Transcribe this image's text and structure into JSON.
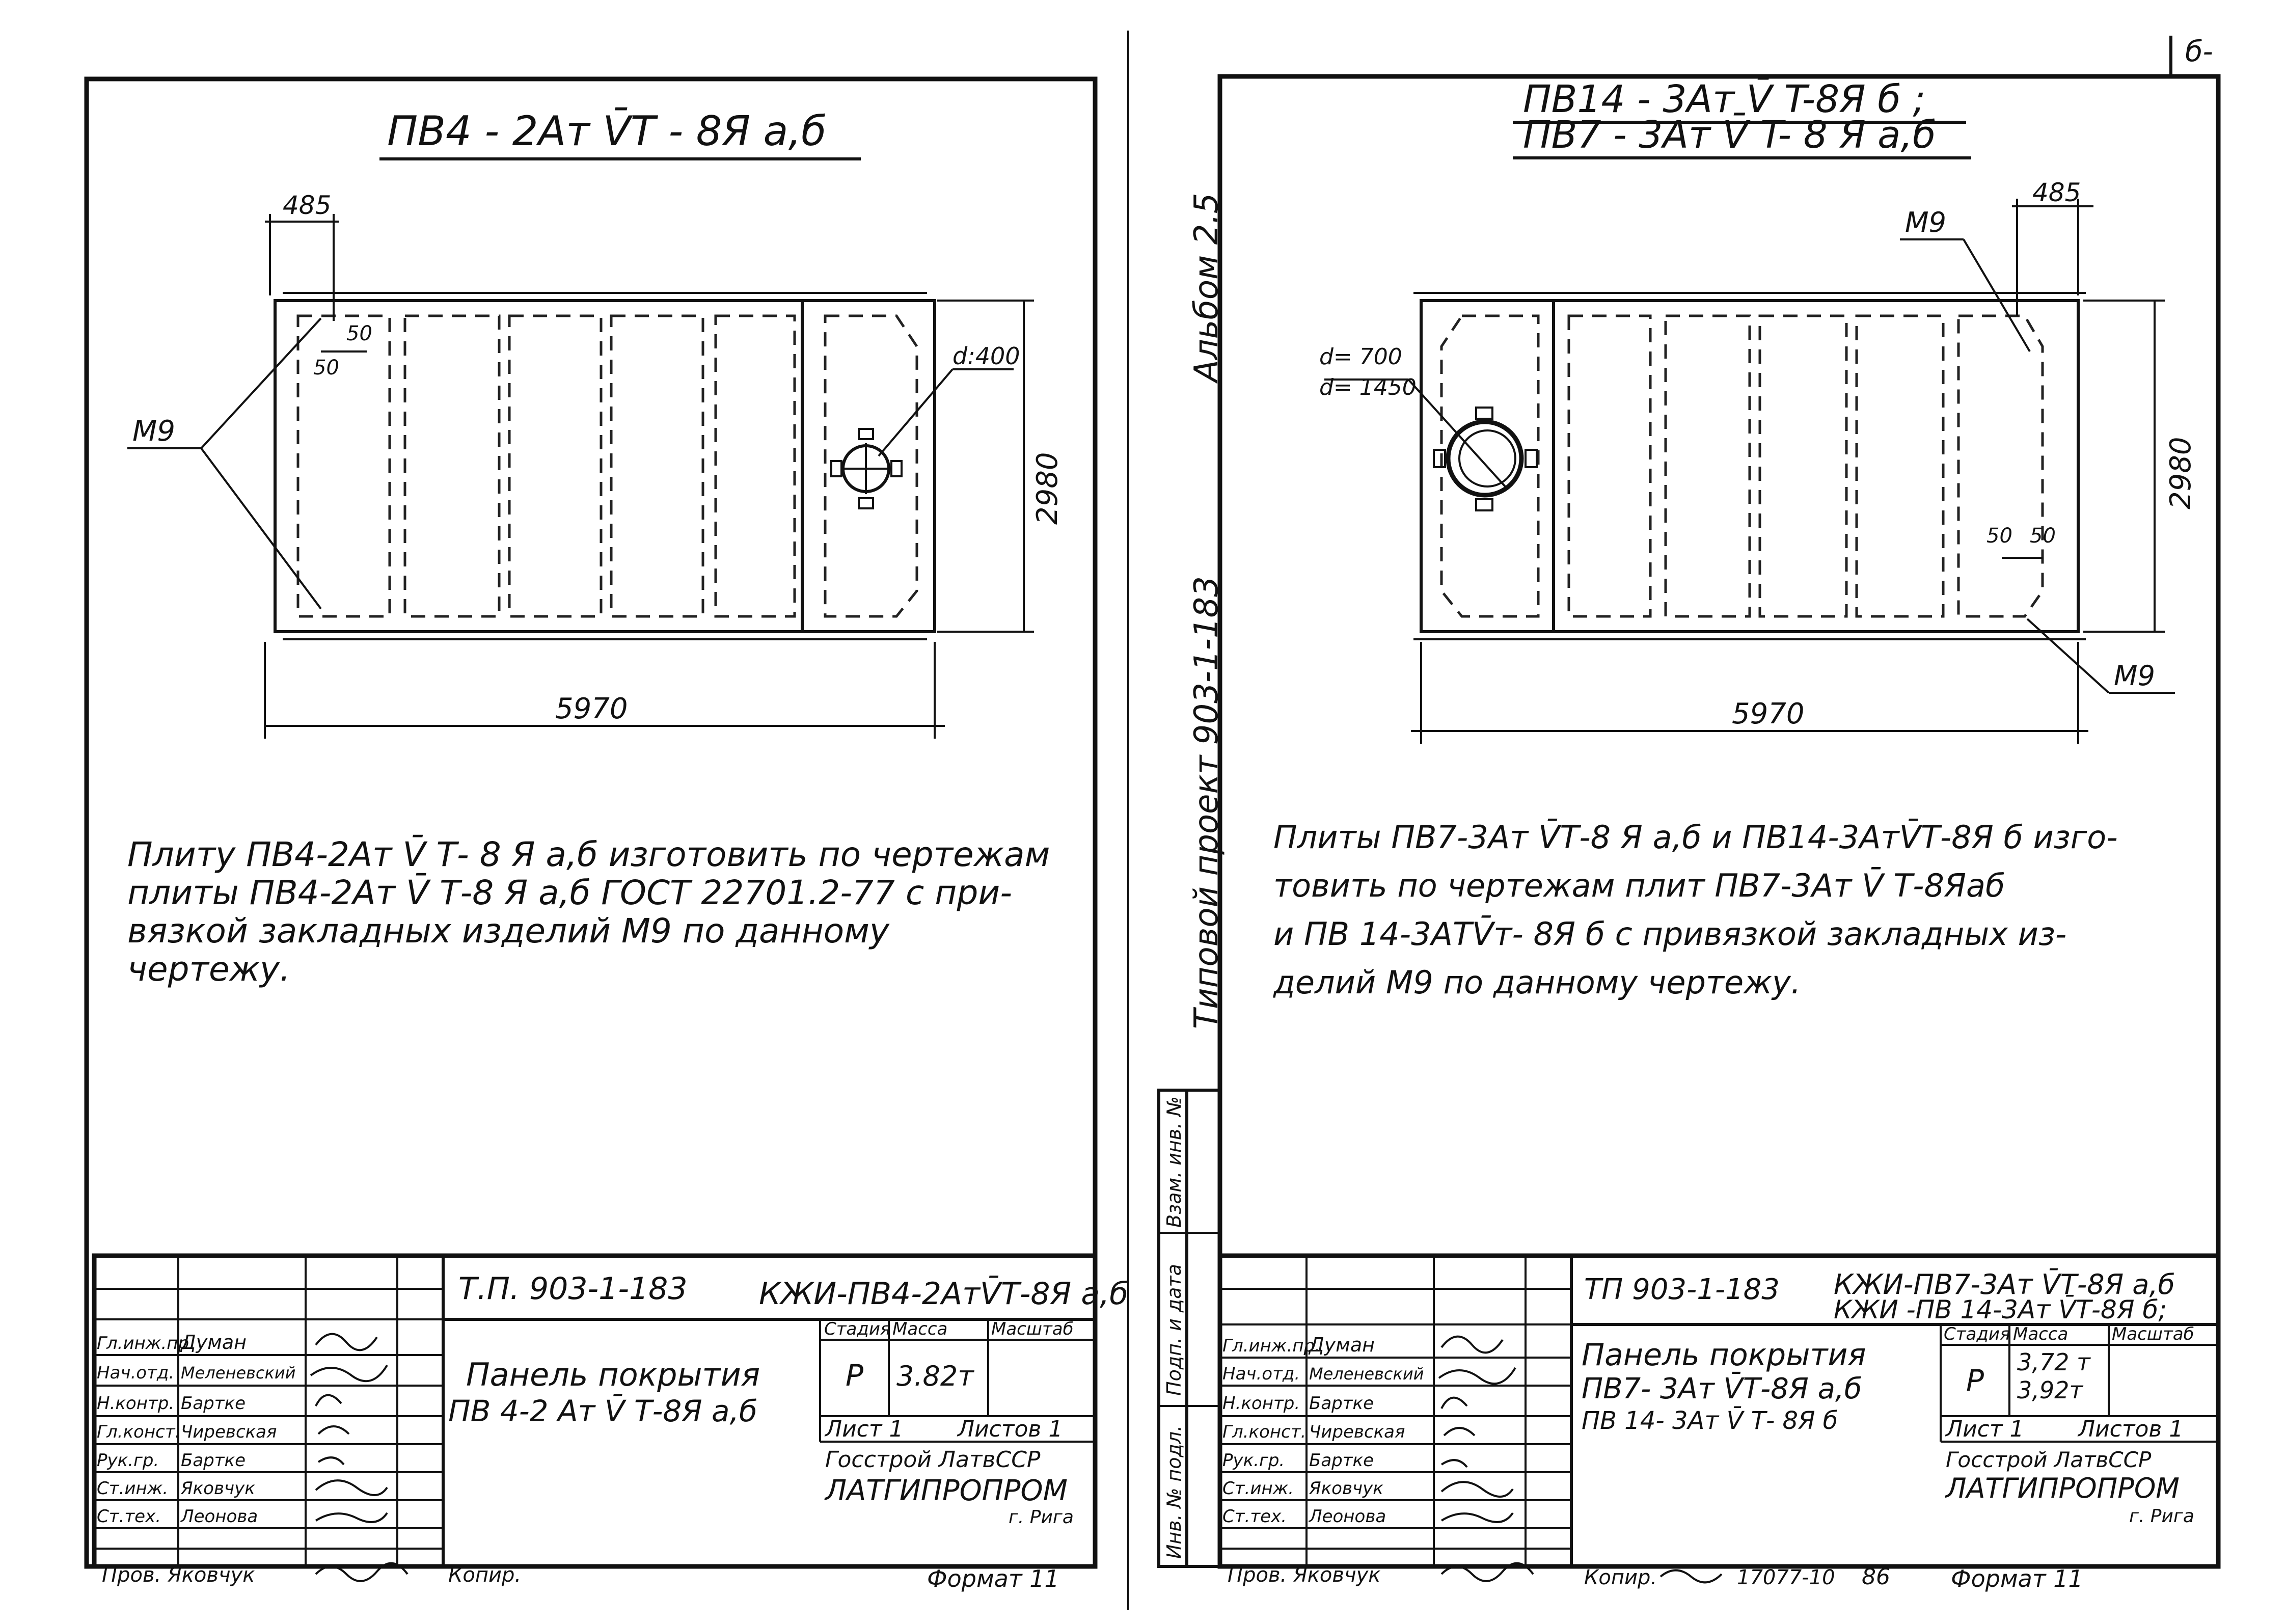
{
  "corner_mark": "б-",
  "vertical_stamp": {
    "album": "Альбом 2.5",
    "project": "Типовой проект 903-1-183",
    "column_labels": [
      "Взам. инв. №",
      "Подп. и дата",
      "Инв. № подл."
    ]
  },
  "sheet_left": {
    "title": "ПВ4 - 2Ат V̄T - 8Я а,б",
    "dims": {
      "width": "5970",
      "height": "2980",
      "offset": "485",
      "edge_a": "50",
      "edge_b": "50",
      "hole": "d:400"
    },
    "insert_label": "М9",
    "note_lines": [
      "Плиту ПВ4-2Ат V̄ Т- 8 Я а,б изготовить по чертежам",
      "плиты ПВ4-2Ат V̄ Т-8 Я а,б ГОСТ 22701.2-77 с при-",
      "вязкой закладных изделий М9 по данному",
      "чертежу."
    ],
    "titleblock": {
      "code_left": "Т.П. 903-1-183",
      "code_right": "КЖИ-ПВ4-2АтV̄Т-8Я а,б",
      "name_line1": "Панель покрытия",
      "name_line2": "ПВ 4-2 Ат V̄ Т-8Я а,б",
      "headers": [
        "Стадия",
        "Масса",
        "Масштаб"
      ],
      "stage": "Р",
      "mass": "3.82т",
      "sheet": "Лист 1",
      "sheets": "Листов 1",
      "org1": "Госстрой ЛатвССР",
      "org2": "ЛАТГИПРОПРОМ",
      "city": "г. Рига",
      "signatures": [
        {
          "role": "Гл.инж.пр.",
          "name": "Думан"
        },
        {
          "role": "Нач.отд.",
          "name": "Меленевский"
        },
        {
          "role": "Н.контр.",
          "name": "Бартке"
        },
        {
          "role": "Гл.конст.",
          "name": "Чиревская"
        },
        {
          "role": "Рук.гр.",
          "name": "Бартке"
        },
        {
          "role": "Ст.инж.",
          "name": "Яковчук"
        },
        {
          "role": "Ст.тех.",
          "name": "Леонова"
        }
      ],
      "checker": "Пров. Яковчук",
      "copied": "Копир.",
      "format": "Формат 11"
    }
  },
  "sheet_right": {
    "title_line1": "ПВ14 - 3Ат V̄ T-8Я б ;",
    "title_line2": "ПВ7 - 3Ат V̄ T- 8 Я а,б",
    "dims": {
      "width": "5970",
      "height": "2980",
      "offset": "485",
      "edge_a": "50",
      "edge_b": "50",
      "hole_a": "d= 700",
      "hole_b": "d= 1450"
    },
    "insert_label": "М9",
    "note_lines": [
      "Плиты ПВ7-3Ат V̄Т-8 Я а,б и ПВ14-3АтV̄Т-8Я б изго-",
      "товить по чертежам плит ПВ7-3Ат V̄ Т-8Яаб",
      "и ПВ 14-3АТV̄т- 8Я б с привязкой закладных из-",
      "делий М9 по данному чертежу."
    ],
    "titleblock": {
      "code_left": "ТП 903-1-183",
      "code_right1": "КЖИ-ПВ7-3Ат V̄Т-8Я а,б",
      "code_right2": "КЖИ -ПВ 14-3Ат V̄Т-8Я б;",
      "name_line1": "Панель покрытия",
      "name_line2": "ПВ7- 3Ат V̄Т-8Я а,б",
      "name_line3": "ПВ 14- 3Ат V̄ Т- 8Я б",
      "headers": [
        "Стадия",
        "Масса",
        "Масштаб"
      ],
      "stage": "Р",
      "mass1": "3,72 т",
      "mass2": "3,92т",
      "sheet": "Лист 1",
      "sheets": "Листов 1",
      "org1": "Госстрой ЛатвССР",
      "org2": "ЛАТГИПРОПРОМ",
      "city": "г. Рига",
      "signatures": [
        {
          "role": "Гл.инж.пр.",
          "name": "Думан"
        },
        {
          "role": "Нач.отд.",
          "name": "Меленевский"
        },
        {
          "role": "Н.контр.",
          "name": "Бартке"
        },
        {
          "role": "Гл.конст.",
          "name": "Чиревская"
        },
        {
          "role": "Рук.гр.",
          "name": "Бартке"
        },
        {
          "role": "Ст.инж.",
          "name": "Яковчук"
        },
        {
          "role": "Ст.тех.",
          "name": "Леонова"
        }
      ],
      "checker": "Пров. Яковчук",
      "copied": "Копир.",
      "inv_number": "17077-10",
      "page": "86",
      "format": "Формат 11"
    }
  }
}
